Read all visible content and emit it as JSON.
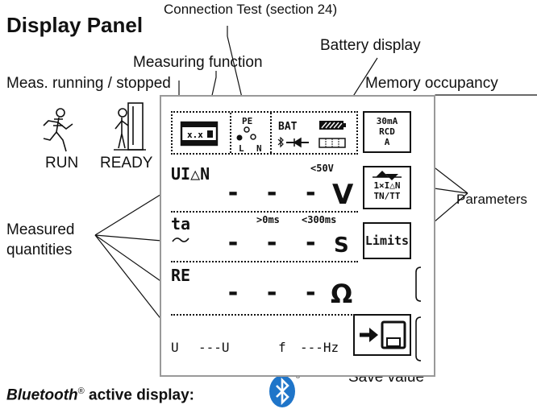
{
  "title": "Display Panel",
  "callouts": {
    "connection_test": "Connection Test (section 24)",
    "battery_display": "Battery display",
    "measuring_function": "Measuring function",
    "memory_occupancy": "Memory occupancy",
    "meas_running": "Meas. running / stopped",
    "parameters": "Parameters",
    "measured_quantities_line1": "Measured",
    "measured_quantities_line2": "quantities",
    "save_value": "Save value",
    "bluetooth_prefix": "Bluetooth",
    "bluetooth_reg": "®",
    "bluetooth_suffix": " active display:"
  },
  "status": {
    "run": "RUN",
    "ready": "READY"
  },
  "display": {
    "top": {
      "pe": "PE",
      "l": "L",
      "n": "N",
      "bat": "BAT",
      "param_line1": "30mA",
      "param_line2": "RCD",
      "param_line3": "A"
    },
    "row1": {
      "label": "UI△N",
      "limit": "<50V",
      "value": "- - -",
      "unit": "V"
    },
    "row1_param": {
      "line1": "1×I△N",
      "line2": "TN/TT"
    },
    "row2": {
      "label": "ta",
      "limit1": ">0ms",
      "limit2": "<300ms",
      "value": "- - -",
      "unit": "S"
    },
    "limits_button": "Limits",
    "row3": {
      "label": "RE",
      "value": "- - -",
      "unit": "Ω"
    },
    "bottom": {
      "u_label": "U",
      "u_value": "---U",
      "f_label": "f",
      "f_value": "---Hz"
    }
  },
  "icons": {
    "run": "running-man-icon",
    "ready": "standing-man-door-icon",
    "meas_function": "meter-icon",
    "battery": "battery-icon",
    "memory": "memory-bar-icon",
    "save": "save-to-disk-icon",
    "bluetooth": "bluetooth-icon"
  }
}
